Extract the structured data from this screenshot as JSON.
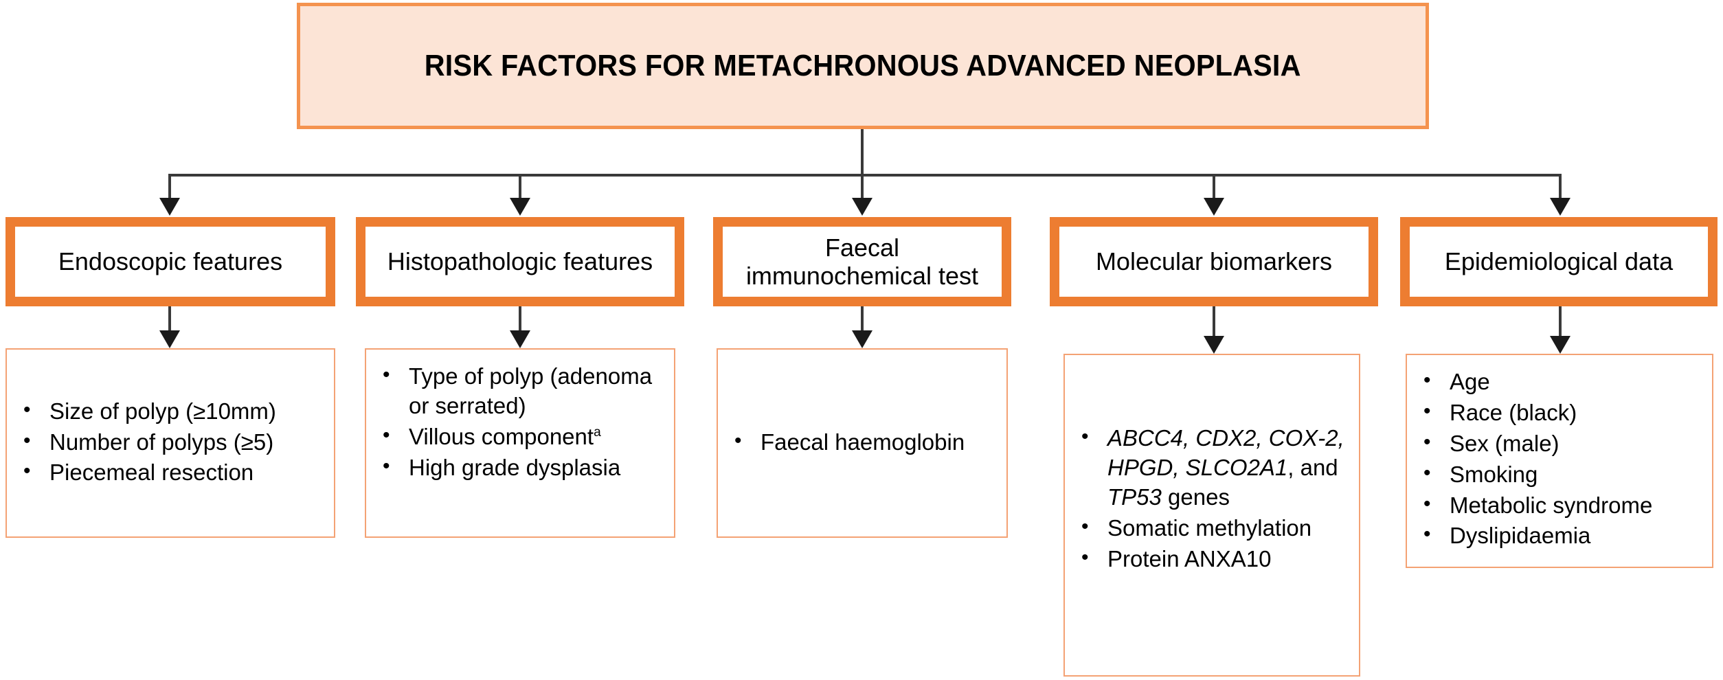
{
  "diagram": {
    "title": "RISK FACTORS FOR METACHRONOUS ADVANCED NEOPLASIA",
    "colors": {
      "title_fill": "#FCE4D6",
      "title_border": "#F4934F",
      "category_border": "#ED7D31",
      "detail_border": "#F4A274",
      "connector": "#3a3a3a",
      "text": "#000000"
    },
    "branches": [
      {
        "id": "endoscopic-features",
        "label": "Endoscopic features",
        "items": [
          {
            "text": "Size of polyp (≥10mm)"
          },
          {
            "text": "Number of polyps (≥5)"
          },
          {
            "text": "Piecemeal resection"
          }
        ]
      },
      {
        "id": "histopathologic-features",
        "label": "Histopathologic features",
        "items": [
          {
            "text": "Type of polyp (adenoma or serrated)"
          },
          {
            "text": "Villous component",
            "marker": "a"
          },
          {
            "text": "High grade dysplasia"
          }
        ]
      },
      {
        "id": "faecal-immunochemical-test",
        "label": "Faecal immunochemical test",
        "items": [
          {
            "text": "Faecal haemoglobin"
          }
        ]
      },
      {
        "id": "molecular-biomarkers",
        "label": "Molecular biomarkers",
        "items": [
          {
            "parts": [
              {
                "text": "ABCC4, CDX2, COX-2, HPGD, SLCO2A1",
                "style": "italic"
              },
              {
                "text": ", and ",
                "style": "normal"
              },
              {
                "text": "TP53",
                "style": "italic"
              },
              {
                "text": " genes",
                "style": "normal"
              }
            ]
          },
          {
            "text": "Somatic methylation"
          },
          {
            "text": "Protein ANXA10"
          }
        ]
      },
      {
        "id": "epidemiological-data",
        "label": "Epidemiological data",
        "items": [
          {
            "text": "Age"
          },
          {
            "text": "Race (black)"
          },
          {
            "text": "Sex (male)"
          },
          {
            "text": "Smoking"
          },
          {
            "text": "Metabolic syndrome"
          },
          {
            "text": "Dyslipidaemia"
          }
        ]
      }
    ]
  }
}
